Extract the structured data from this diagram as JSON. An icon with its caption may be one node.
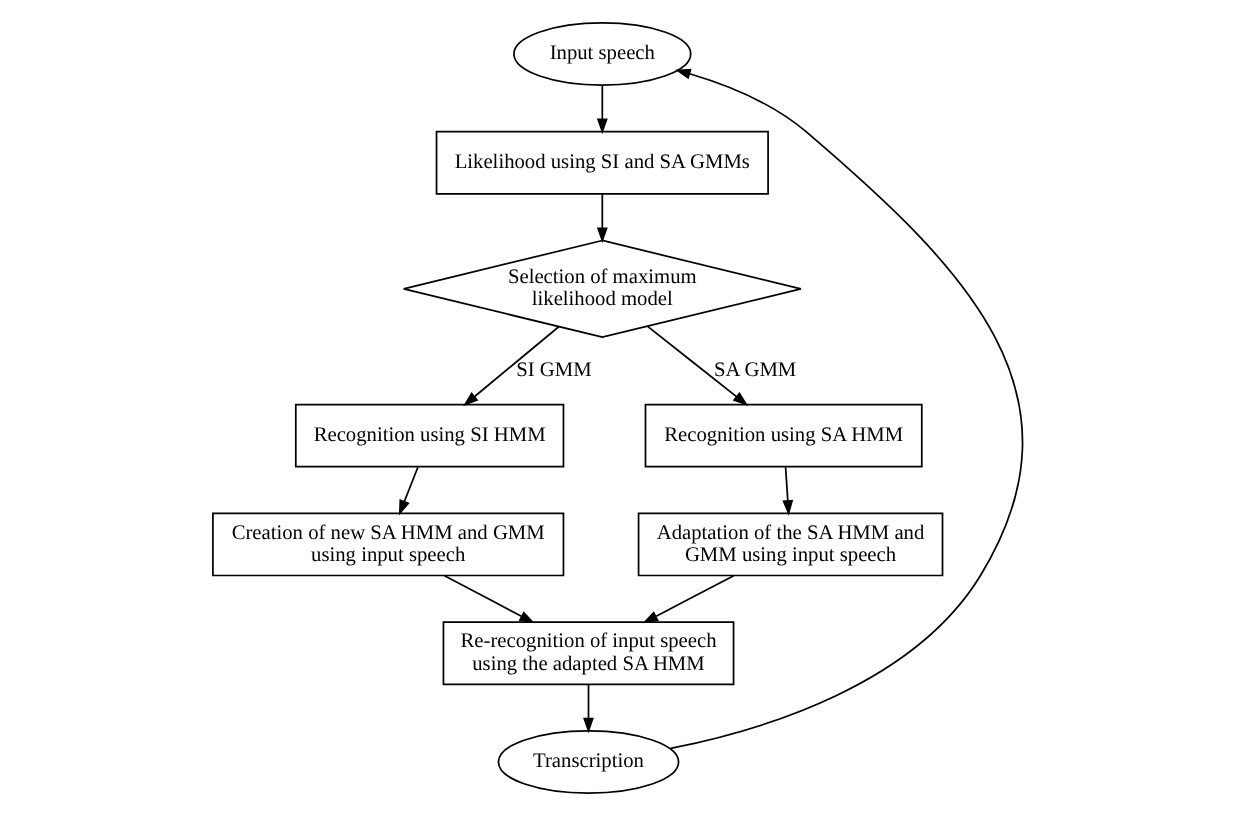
{
  "diagram": {
    "nodes": [
      {
        "text": [
          "Input speech"
        ]
      },
      {
        "text": [
          "Likelihood using SI and SA GMMs"
        ]
      },
      {
        "text": [
          "Selection of maximum likelihood model"
        ]
      },
      {
        "text": [
          "Recognition using SI HMM"
        ]
      },
      {
        "text": [
          "Recognition using SA HMM"
        ]
      },
      {
        "text": [
          "Creation of new SA HMM and GMM using input speech"
        ]
      },
      {
        "text": [
          "Adaptation of the SA HMM and GMM using input speech"
        ]
      },
      {
        "text": [
          "Re-recognition of input speech using the adapted SA HMM"
        ]
      },
      {
        "text": [
          "Transcription"
        ]
      }
    ],
    "edges": [
      {
        "from": 0,
        "to": 1,
        "arrow": "to"
      },
      {
        "from": 1,
        "to": 2,
        "arrow": "to"
      },
      {
        "from": 2,
        "to": 3,
        "arrow": "to",
        "label": "SI GMM"
      },
      {
        "from": 2,
        "to": 4,
        "arrow": "to",
        "label": "SA GMM"
      },
      {
        "from": 3,
        "to": 5,
        "arrow": "to"
      },
      {
        "from": 4,
        "to": 6,
        "arrow": "to"
      },
      {
        "from": 5,
        "to": 7,
        "arrow": "to"
      },
      {
        "from": 6,
        "to": 7,
        "arrow": "to"
      },
      {
        "from": 7,
        "to": 8,
        "arrow": "to"
      },
      {
        "from": 8,
        "to": 0,
        "arrow": "to"
      }
    ]
  }
}
